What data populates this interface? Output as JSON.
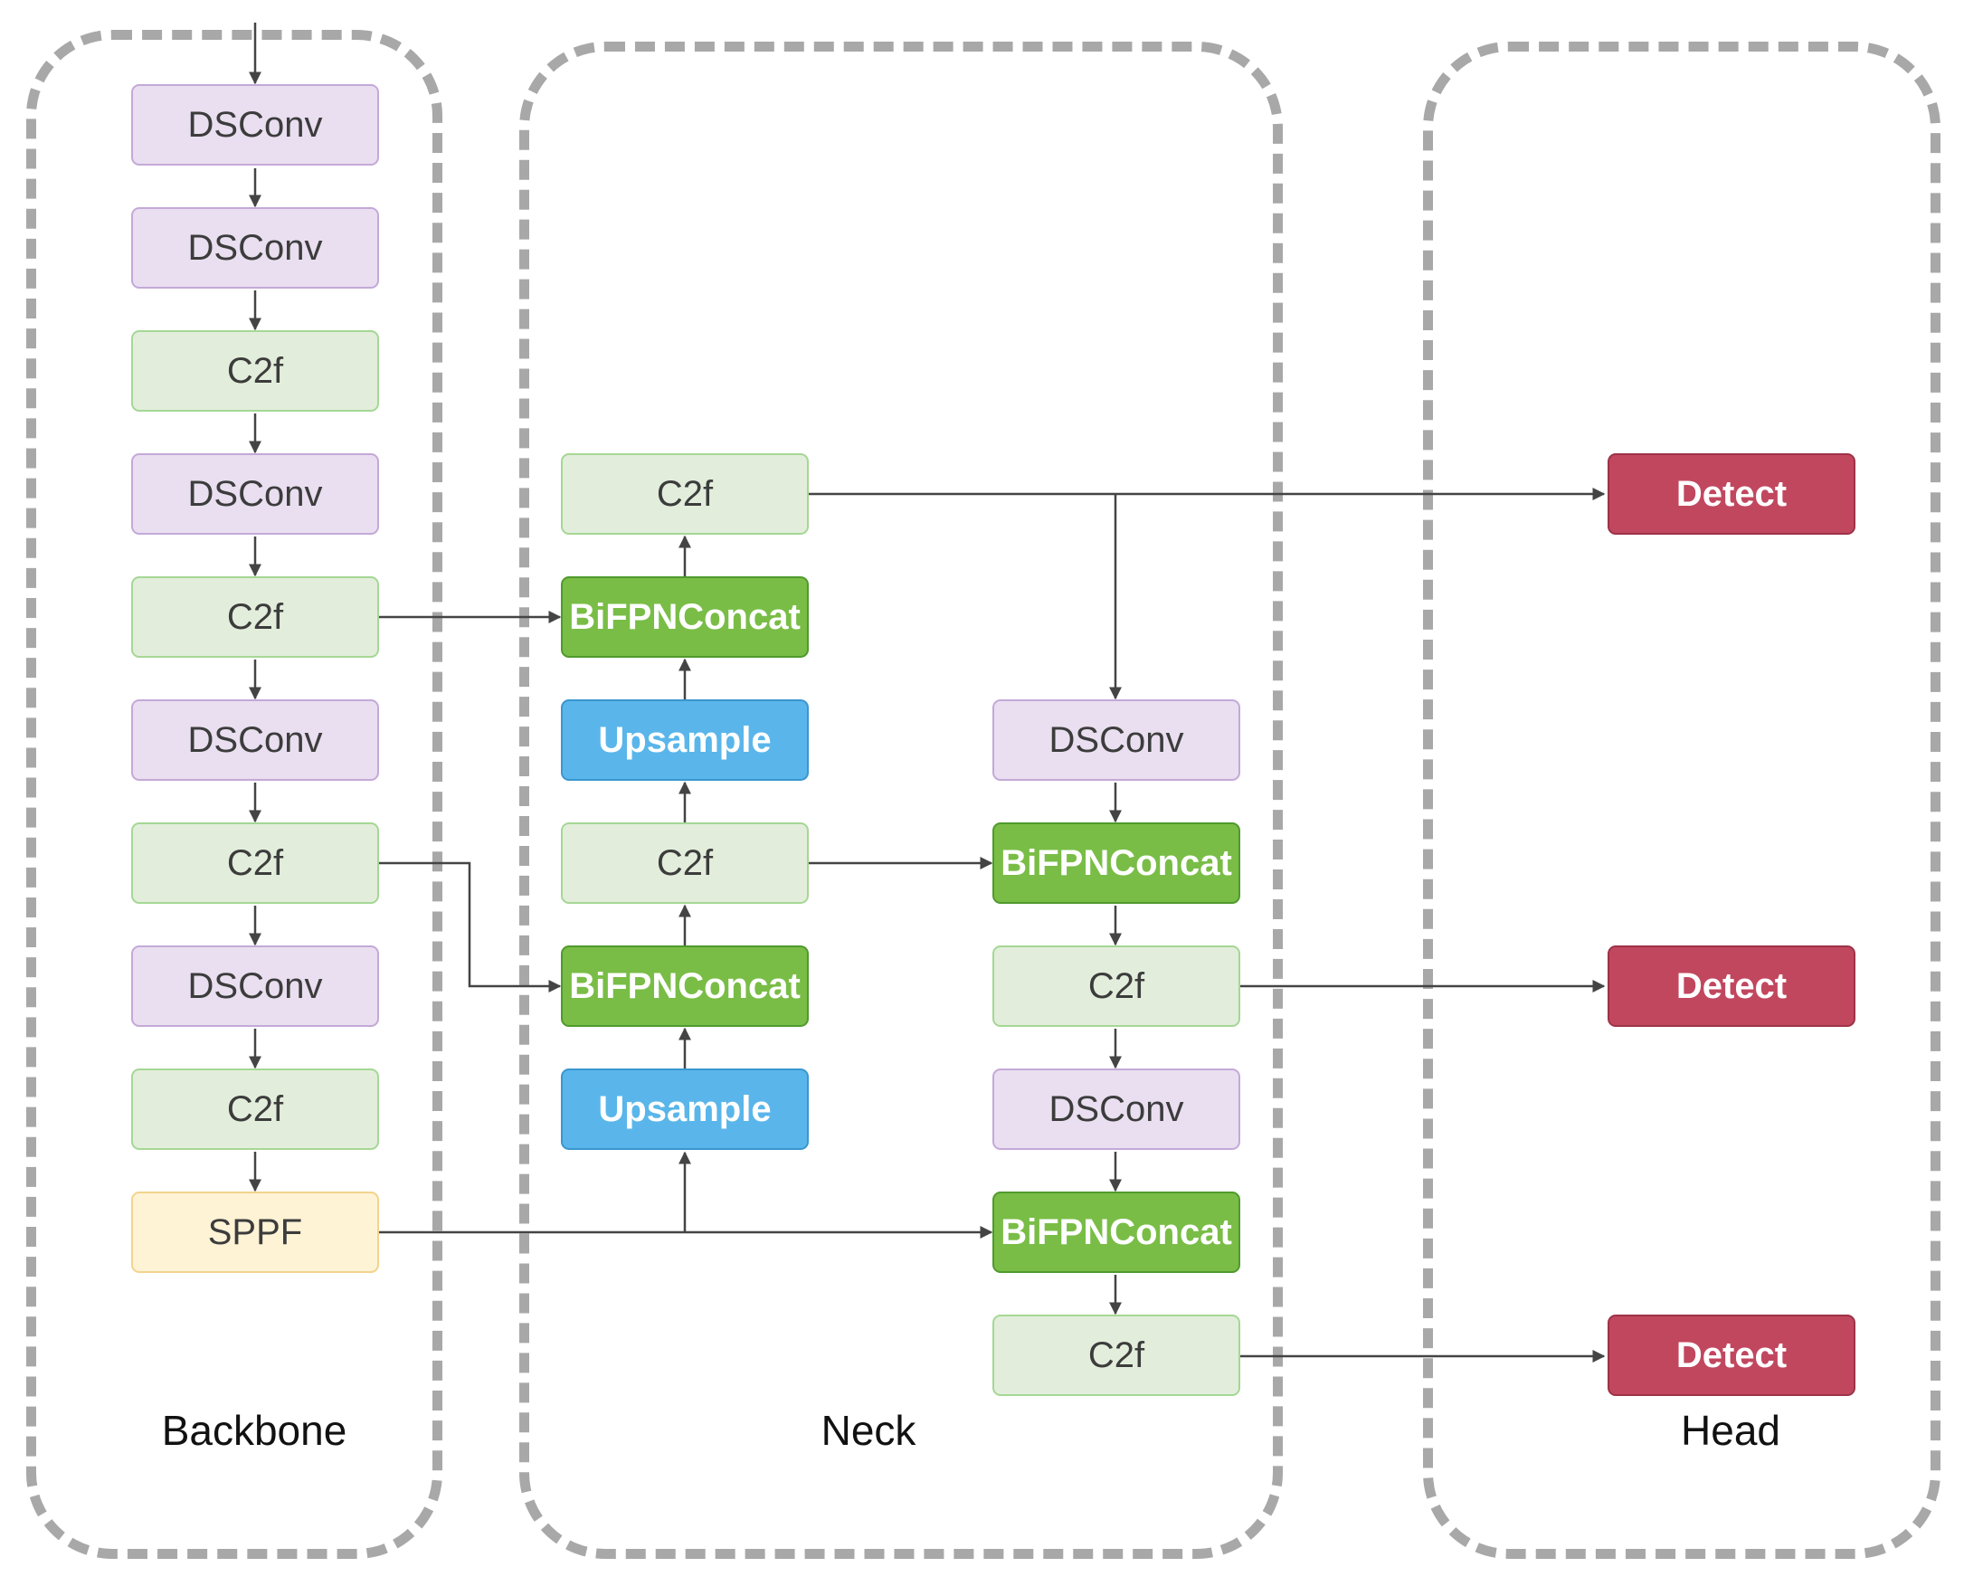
{
  "groups": {
    "backbone": "Backbone",
    "neck": "Neck",
    "head": "Head"
  },
  "nodes": {
    "b_dsconv1": "DSConv",
    "b_dsconv2": "DSConv",
    "b_c2f1": "C2f",
    "b_dsconv3": "DSConv",
    "b_c2f2": "C2f",
    "b_dsconv4": "DSConv",
    "b_c2f3": "C2f",
    "b_dsconv5": "DSConv",
    "b_c2f4": "C2f",
    "b_sppf": "SPPF",
    "n_c2f_top": "C2f",
    "n_bifpn1": "BiFPNConcat",
    "n_ups1": "Upsample",
    "n_c2f_mid": "C2f",
    "n_bifpn2": "BiFPNConcat",
    "n_ups2": "Upsample",
    "n_dsconv_a": "DSConv",
    "n_bifpn3": "BiFPNConcat",
    "n_c2f_b": "C2f",
    "n_dsconv_b": "DSConv",
    "n_bifpn4": "BiFPNConcat",
    "n_c2f_c": "C2f",
    "h_detect1": "Detect",
    "h_detect2": "Detect",
    "h_detect3": "Detect"
  },
  "colors": {
    "dsconv": "#e9dff0",
    "c2f": "#e2eedb",
    "sppf": "#fff3d5",
    "bifpnconcat": "#79bd46",
    "upsample": "#5ab6ea",
    "detect": "#c1475f",
    "group_border": "#a8a8a8",
    "wire": "#444444"
  }
}
